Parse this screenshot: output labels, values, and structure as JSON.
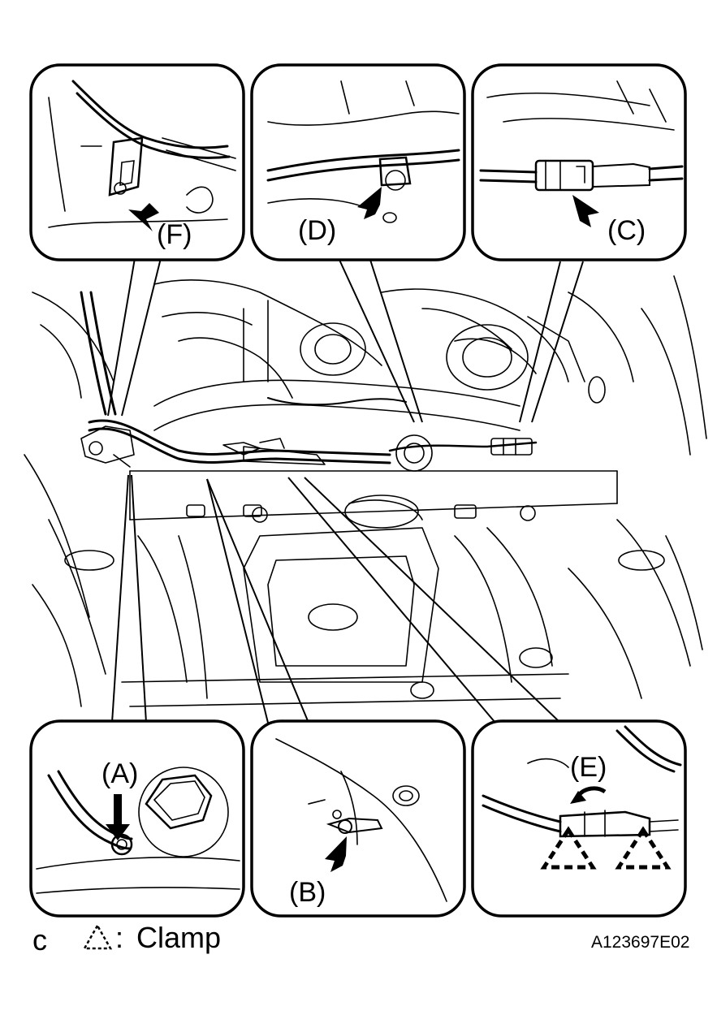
{
  "callouts": {
    "a": "(A)",
    "b": "(B)",
    "c": "(C)",
    "d": "(D)",
    "e": "(E)",
    "f": "(F)"
  },
  "legend": {
    "prefix": "c",
    "symbol_name": "clamp-triangle-icon",
    "separator": ":",
    "text": "Clamp"
  },
  "figure_code": "A123697E02",
  "colors": {
    "line": "#000000",
    "background": "#ffffff"
  }
}
